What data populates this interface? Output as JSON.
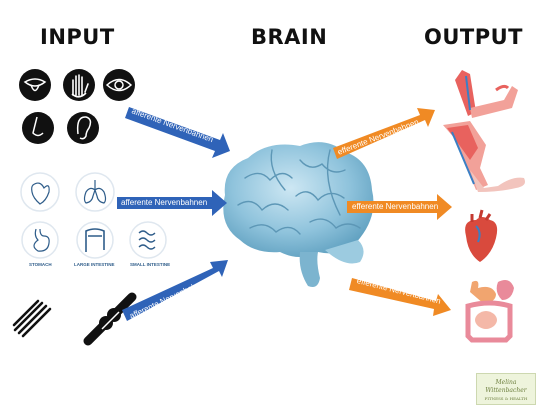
{
  "headings": {
    "input": "INPUT",
    "brain": "BRAIN",
    "output": "OUTPUT"
  },
  "arrows": {
    "afferent_1": "afferente Nervenbahnen",
    "afferent_2": "afferente Nervenbahnen",
    "afferent_3": "afferente Nervenbahnen",
    "efferent_1": "efferente Nervenbahnen",
    "efferent_2": "efferente Nervenbahnen",
    "efferent_3": "efferente Nervenbahnen"
  },
  "organ_labels": {
    "stomach": "STOMACH",
    "large_intestine": "LARGE INTESTINE",
    "small_intestine": "SMALL INTESTINE"
  },
  "logo": {
    "script": "Melina Wittenbacher",
    "tagline": "FITNESS & HEALTH"
  },
  "colors": {
    "afferent": "#2f63b8",
    "efferent": "#f08a24",
    "brain": "#8fc3dc",
    "icon_dark": "#111111"
  }
}
